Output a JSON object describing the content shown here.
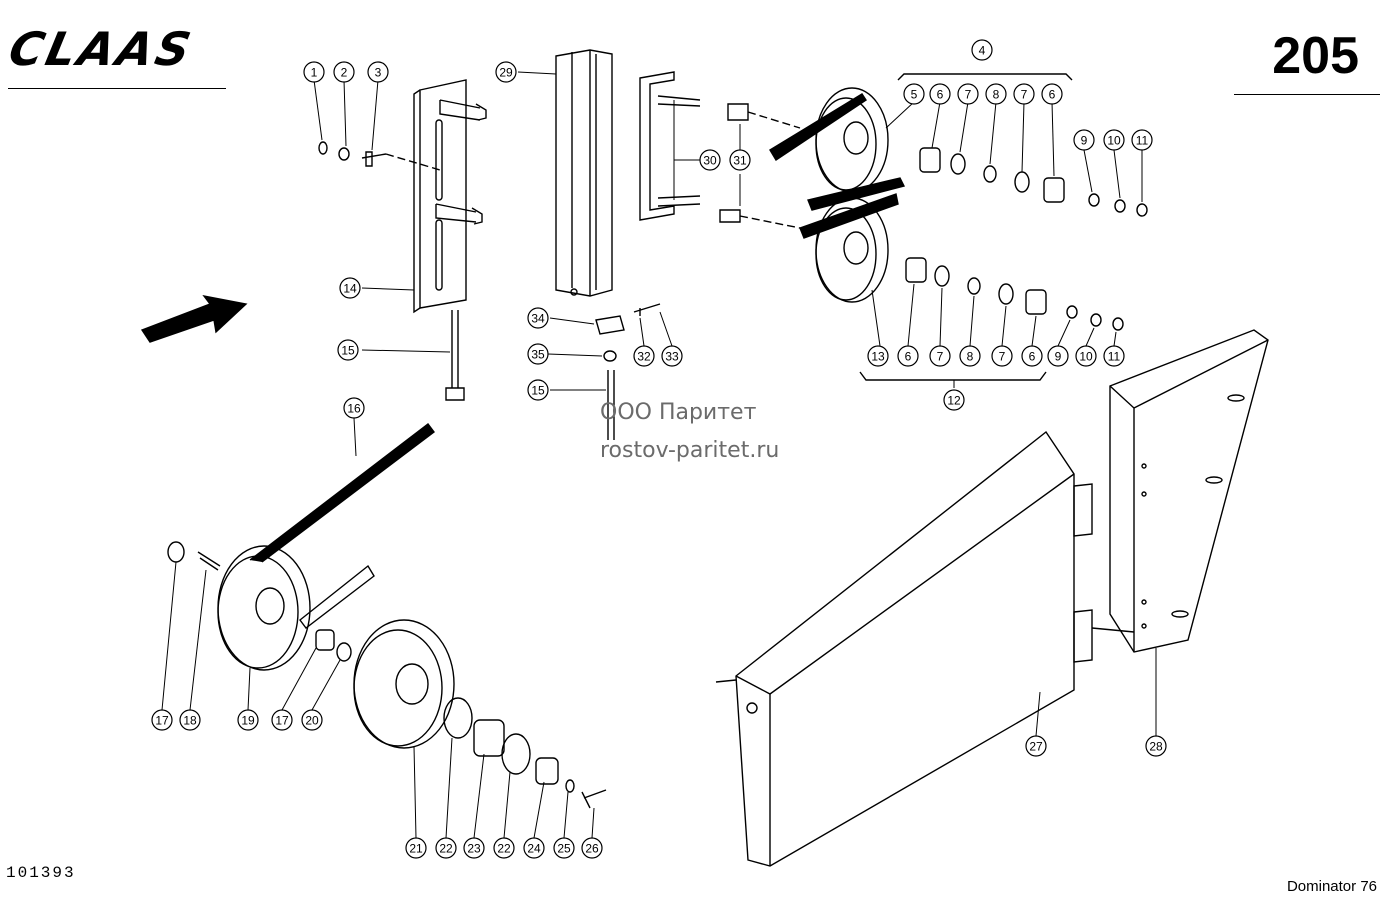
{
  "header": {
    "brand": "CLAAS",
    "page_number": "205"
  },
  "footer": {
    "document_number": "101393",
    "model": "Dominator 76"
  },
  "watermark": {
    "line1": "ООО Паритет",
    "line2": "rostov-paritet.ru"
  },
  "callouts": [
    {
      "label": "1"
    },
    {
      "label": "2"
    },
    {
      "label": "3"
    },
    {
      "label": "29"
    },
    {
      "label": "4"
    },
    {
      "label": "5"
    },
    {
      "label": "6"
    },
    {
      "label": "7"
    },
    {
      "label": "8"
    },
    {
      "label": "7"
    },
    {
      "label": "6"
    },
    {
      "label": "9"
    },
    {
      "label": "10"
    },
    {
      "label": "11"
    },
    {
      "label": "30"
    },
    {
      "label": "31"
    },
    {
      "label": "14"
    },
    {
      "label": "34"
    },
    {
      "label": "32"
    },
    {
      "label": "33"
    },
    {
      "label": "15"
    },
    {
      "label": "35"
    },
    {
      "label": "15"
    },
    {
      "label": "13"
    },
    {
      "label": "6"
    },
    {
      "label": "7"
    },
    {
      "label": "8"
    },
    {
      "label": "7"
    },
    {
      "label": "6"
    },
    {
      "label": "9"
    },
    {
      "label": "10"
    },
    {
      "label": "11"
    },
    {
      "label": "12"
    },
    {
      "label": "16"
    },
    {
      "label": "17"
    },
    {
      "label": "18"
    },
    {
      "label": "19"
    },
    {
      "label": "17"
    },
    {
      "label": "20"
    },
    {
      "label": "21"
    },
    {
      "label": "22"
    },
    {
      "label": "23"
    },
    {
      "label": "22"
    },
    {
      "label": "24"
    },
    {
      "label": "25"
    },
    {
      "label": "26"
    },
    {
      "label": "27"
    },
    {
      "label": "28"
    }
  ]
}
